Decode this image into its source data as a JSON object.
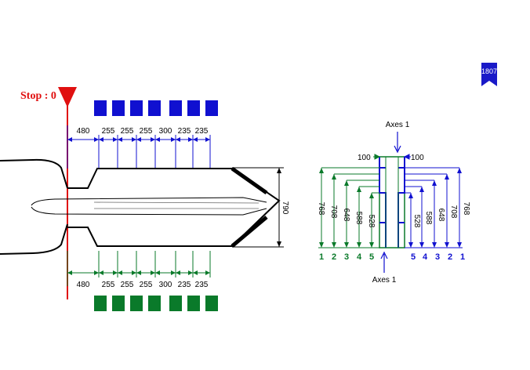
{
  "badge": {
    "label": "1807",
    "color": "#1a1ac8"
  },
  "stop": {
    "label": "Stop : 0",
    "color": "#e01010"
  },
  "colors": {
    "blue": "#1010d0",
    "green": "#0a7a2a",
    "outline": "#000000"
  },
  "top_blocks": {
    "count": 7,
    "color": "#1010d0"
  },
  "bottom_blocks": {
    "count": 7,
    "color": "#0a7a2a"
  },
  "top_cuts": [
    "480",
    "255",
    "255",
    "255",
    "300",
    "235",
    "235"
  ],
  "bottom_cuts": [
    "480",
    "255",
    "255",
    "255",
    "300",
    "235",
    "235"
  ],
  "blade_width": "790",
  "section": {
    "axes_top": "Axes 1",
    "axes_bottom": "Axes 1",
    "left_offset": "100",
    "right_offset": "100",
    "left_depths": [
      "768",
      "708",
      "648",
      "588",
      "528"
    ],
    "right_depths": [
      "528",
      "588",
      "648",
      "708",
      "768"
    ],
    "left_numbers": [
      "1",
      "2",
      "3",
      "4",
      "5"
    ],
    "right_numbers": [
      "5",
      "4",
      "3",
      "2",
      "1"
    ]
  }
}
